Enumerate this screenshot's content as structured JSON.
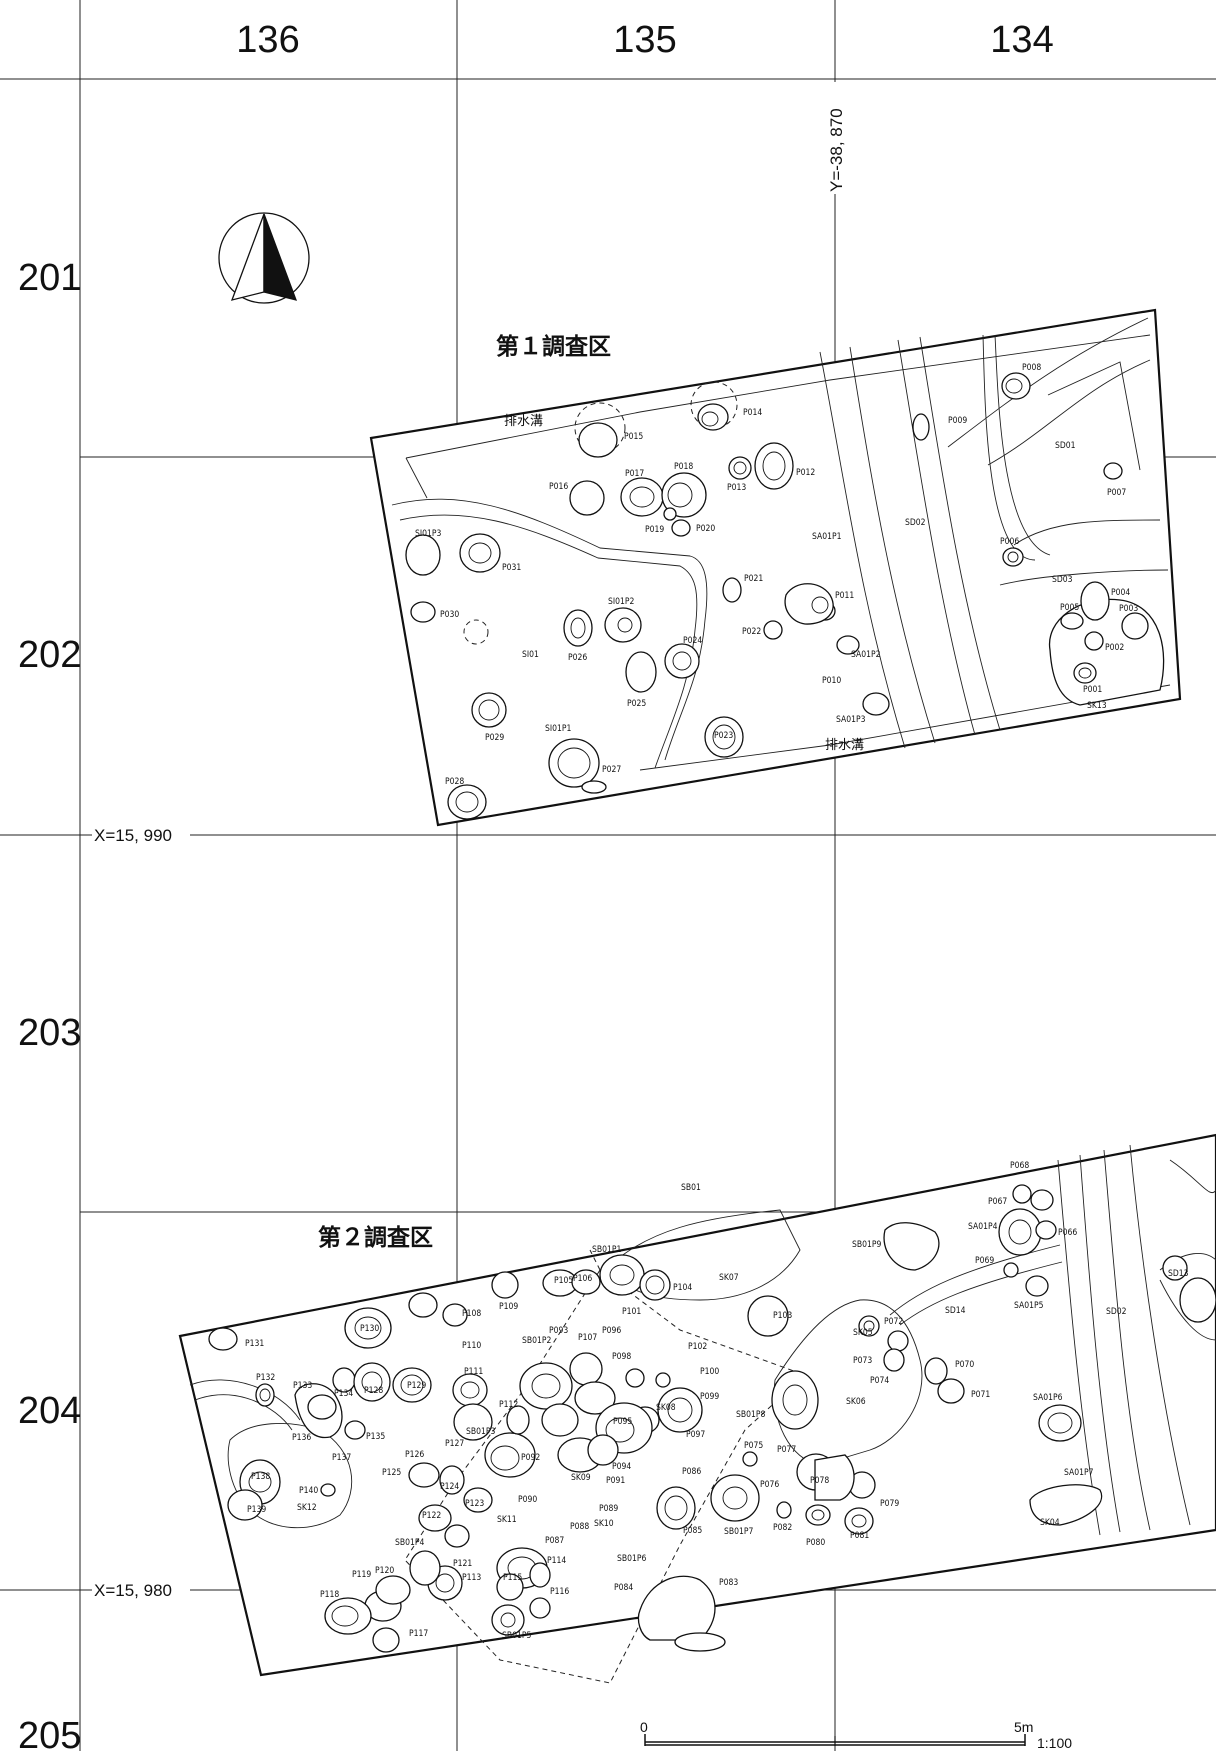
{
  "columns": [
    "136",
    "135",
    "134"
  ],
  "rows": [
    "201",
    "202",
    "203",
    "204",
    "205"
  ],
  "coords": {
    "y_line": "Y=-38, 870",
    "x_line_upper": "X=15, 990",
    "x_line_lower": "X=15, 980"
  },
  "areas": {
    "area1_title": "第１調査区",
    "area2_title": "第２調査区"
  },
  "drain_labels": [
    "排水溝",
    "排水溝"
  ],
  "area1_labels": [
    "P001",
    "P002",
    "P003",
    "P004",
    "P005",
    "P006",
    "P007",
    "P008",
    "P009",
    "P010",
    "P011",
    "P012",
    "P013",
    "P014",
    "P015",
    "P016",
    "P017",
    "P018",
    "P019",
    "P020",
    "P021",
    "P022",
    "P023",
    "P024",
    "P025",
    "P026",
    "P027",
    "P028",
    "P029",
    "P030",
    "P031",
    "SA01P1",
    "SA01P2",
    "SA01P3",
    "SI01P1",
    "SI01P2",
    "SI01P3",
    "SI01",
    "SD01",
    "SD02",
    "SD03",
    "SK13"
  ],
  "area2_labels": [
    "P068",
    "P067",
    "SA01P4",
    "P066",
    "SB01",
    "SB01P9",
    "SB01P1",
    "P105",
    "P106",
    "P104",
    "SK07",
    "SD13",
    "SD02",
    "P069",
    "SD14",
    "SA01P5",
    "P108",
    "P109",
    "P130",
    "P110",
    "P131",
    "SB01P2",
    "P093",
    "P107",
    "P096",
    "P101",
    "P103",
    "P072",
    "SK05",
    "P073",
    "P074",
    "P070",
    "P071",
    "SK06",
    "SA01P6",
    "P128",
    "P129",
    "P111",
    "P098",
    "P102",
    "P100",
    "P099",
    "SK08",
    "SB01P8",
    "P132",
    "P133",
    "P134",
    "P135",
    "P136",
    "P137",
    "P112",
    "SB01P3",
    "P127",
    "P095",
    "P097",
    "P092",
    "P094",
    "P091",
    "P138",
    "P140",
    "P139",
    "SK12",
    "P126",
    "P125",
    "P124",
    "P090",
    "SK09",
    "P086",
    "P075",
    "P077",
    "P076",
    "P078",
    "SA01P7",
    "P079",
    "P123",
    "P122",
    "P089",
    "SK10",
    "P088",
    "P087",
    "P085",
    "SB01P7",
    "P082",
    "P080",
    "P081",
    "SK04",
    "SK11",
    "SB01P4",
    "P121",
    "P113",
    "P115",
    "P114",
    "P116",
    "SB01P6",
    "P084",
    "P083",
    "P119",
    "P120",
    "P118",
    "P117",
    "SB01P5"
  ],
  "scale": {
    "zero": "0",
    "five": "5m",
    "ratio": "1:100"
  }
}
